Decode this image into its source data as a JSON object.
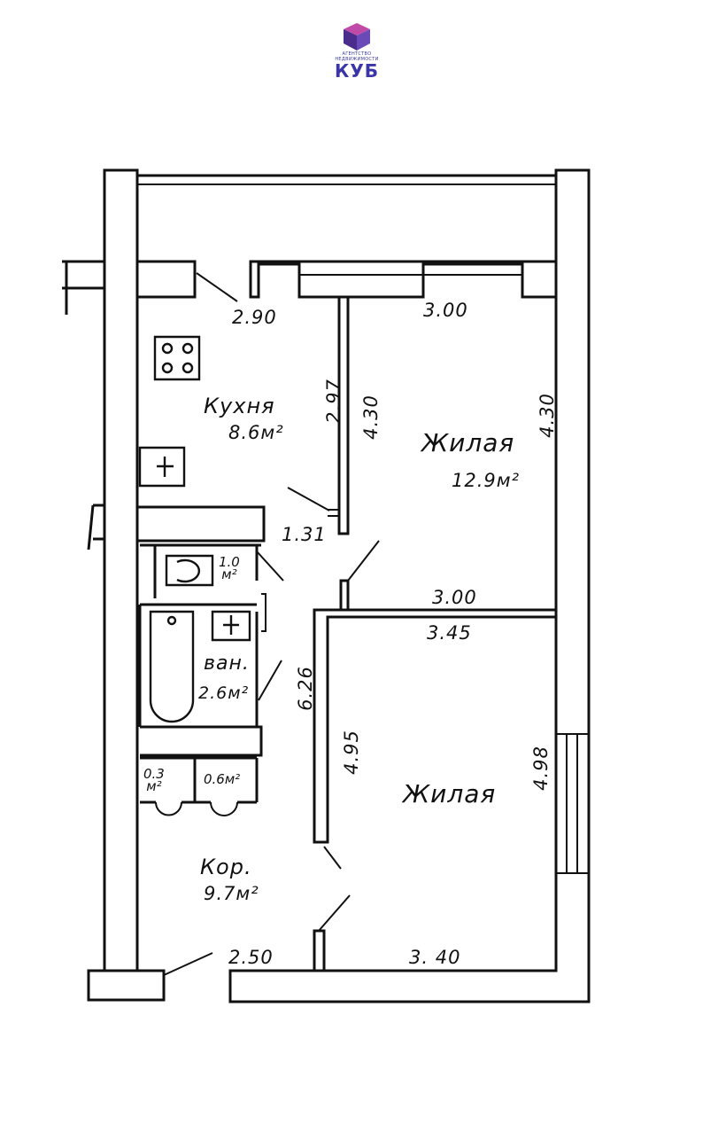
{
  "logo": {
    "subtitle_1": "АГЕНТСТВО",
    "subtitle_2": "НЕДВИЖИМОСТИ",
    "name": "КУБ",
    "colors": {
      "top": "#c04aa8",
      "left": "#4a2c8c",
      "right": "#6a4ab8",
      "text": "#3a36a8"
    }
  },
  "rooms": {
    "kitchen": {
      "label": "Кухня",
      "area": "8.6м²"
    },
    "living_1": {
      "label": "Жилая",
      "area": "12.9м²"
    },
    "wc": {
      "area_num": "1.0",
      "area_unit": "м²"
    },
    "bath": {
      "label": "ван.",
      "area": "2.6м²"
    },
    "closet_1": {
      "area_num": "0.3",
      "area_unit": "м²"
    },
    "closet_2": {
      "area": "0.6м²"
    },
    "corridor": {
      "label": "Кор.",
      "area": "9.7м²"
    },
    "living_2": {
      "label": "Жилая"
    }
  },
  "dimensions": {
    "kitchen_top": "2.90",
    "living1_top": "3.00",
    "kitchen_side": "2.97",
    "partition_side": "4.30",
    "living1_right": "4.30",
    "kitchen_bottom": "1.31",
    "living1_bottom": "3.00",
    "living2_top": "3.45",
    "corridor_left": "6.26",
    "living2_left": "4.95",
    "living2_right": "4.98",
    "corridor_bottom": "2.50",
    "living2_bottom": "3. 40"
  }
}
